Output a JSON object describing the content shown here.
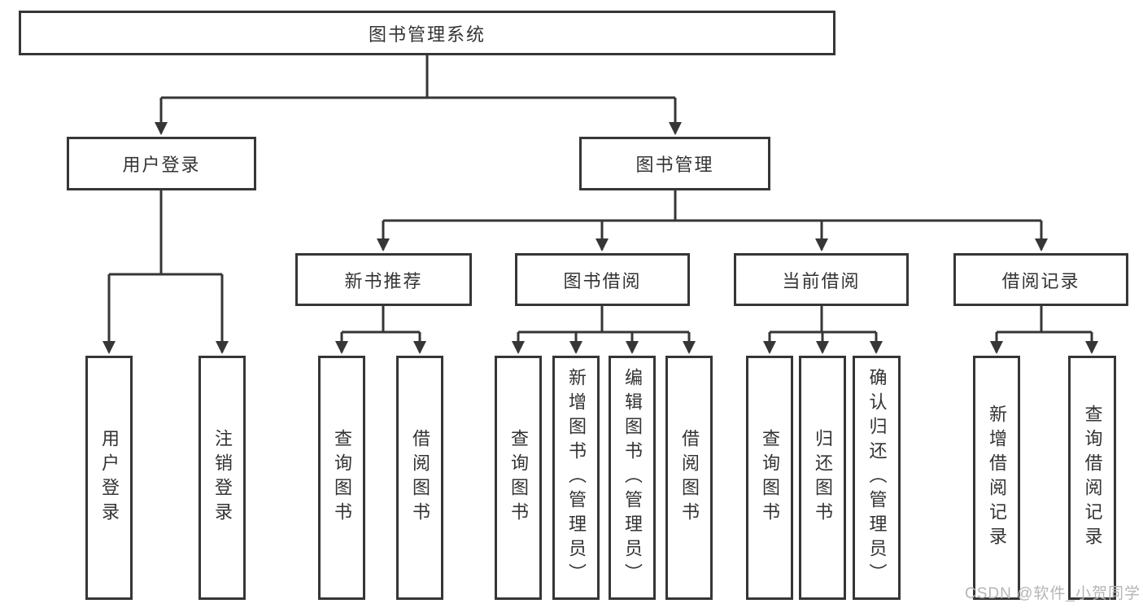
{
  "diagram": {
    "root": "图书管理系统",
    "branches": [
      {
        "label": "用户登录",
        "children": [
          "用户登录",
          "注销登录"
        ]
      },
      {
        "label": "图书管理",
        "sections": [
          {
            "label": "新书推荐",
            "children": [
              "查询图书",
              "借阅图书"
            ]
          },
          {
            "label": "图书借阅",
            "children": [
              "查询图书",
              "新增图书（管理员）",
              "编辑图书（管理员）",
              "借阅图书"
            ]
          },
          {
            "label": "当前借阅",
            "children": [
              "查询图书",
              "归还图书",
              "确认归还（管理员）"
            ]
          },
          {
            "label": "借阅记录",
            "children": [
              "新增借阅记录",
              "查询借阅记录"
            ]
          }
        ]
      }
    ]
  },
  "watermark": "CSDN @软件_小贺同学",
  "colors": {
    "line": "#363636",
    "box_border": "#363636",
    "text": "#333333",
    "watermark": "#b5b5b5",
    "background": "#ffffff"
  }
}
